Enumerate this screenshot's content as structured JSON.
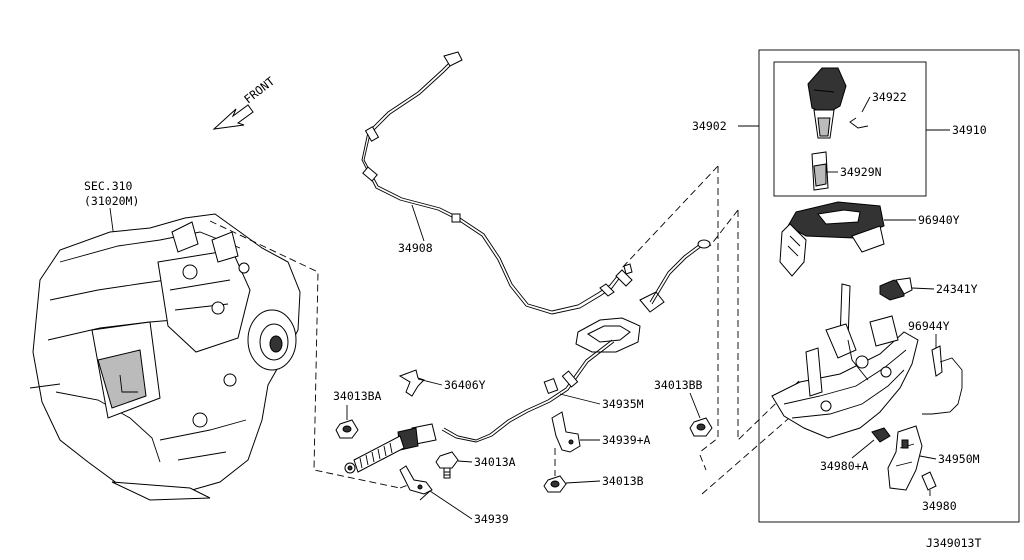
{
  "direction": {
    "label": "FRONT",
    "icon": "front-arrow-icon"
  },
  "section_ref": {
    "line1": "SEC.310",
    "line2": "(31020M)"
  },
  "labels": {
    "p34908": "34908",
    "p34902": "34902",
    "p34922": "34922",
    "p34910": "34910",
    "p34929N": "34929N",
    "p96940Y": "96940Y",
    "p24341Y": "24341Y",
    "p96944Y": "96944Y",
    "p34013BA": "34013BA",
    "p36406Y": "36406Y",
    "p34013BB": "34013BB",
    "p34935M": "34935M",
    "p34939A": "34939+A",
    "p34013A": "34013A",
    "p34013B": "34013B",
    "p34939": "34939",
    "p34980A": "34980+A",
    "p34950M": "34950M",
    "p34980": "34980"
  },
  "diagram_id": "J349013T"
}
